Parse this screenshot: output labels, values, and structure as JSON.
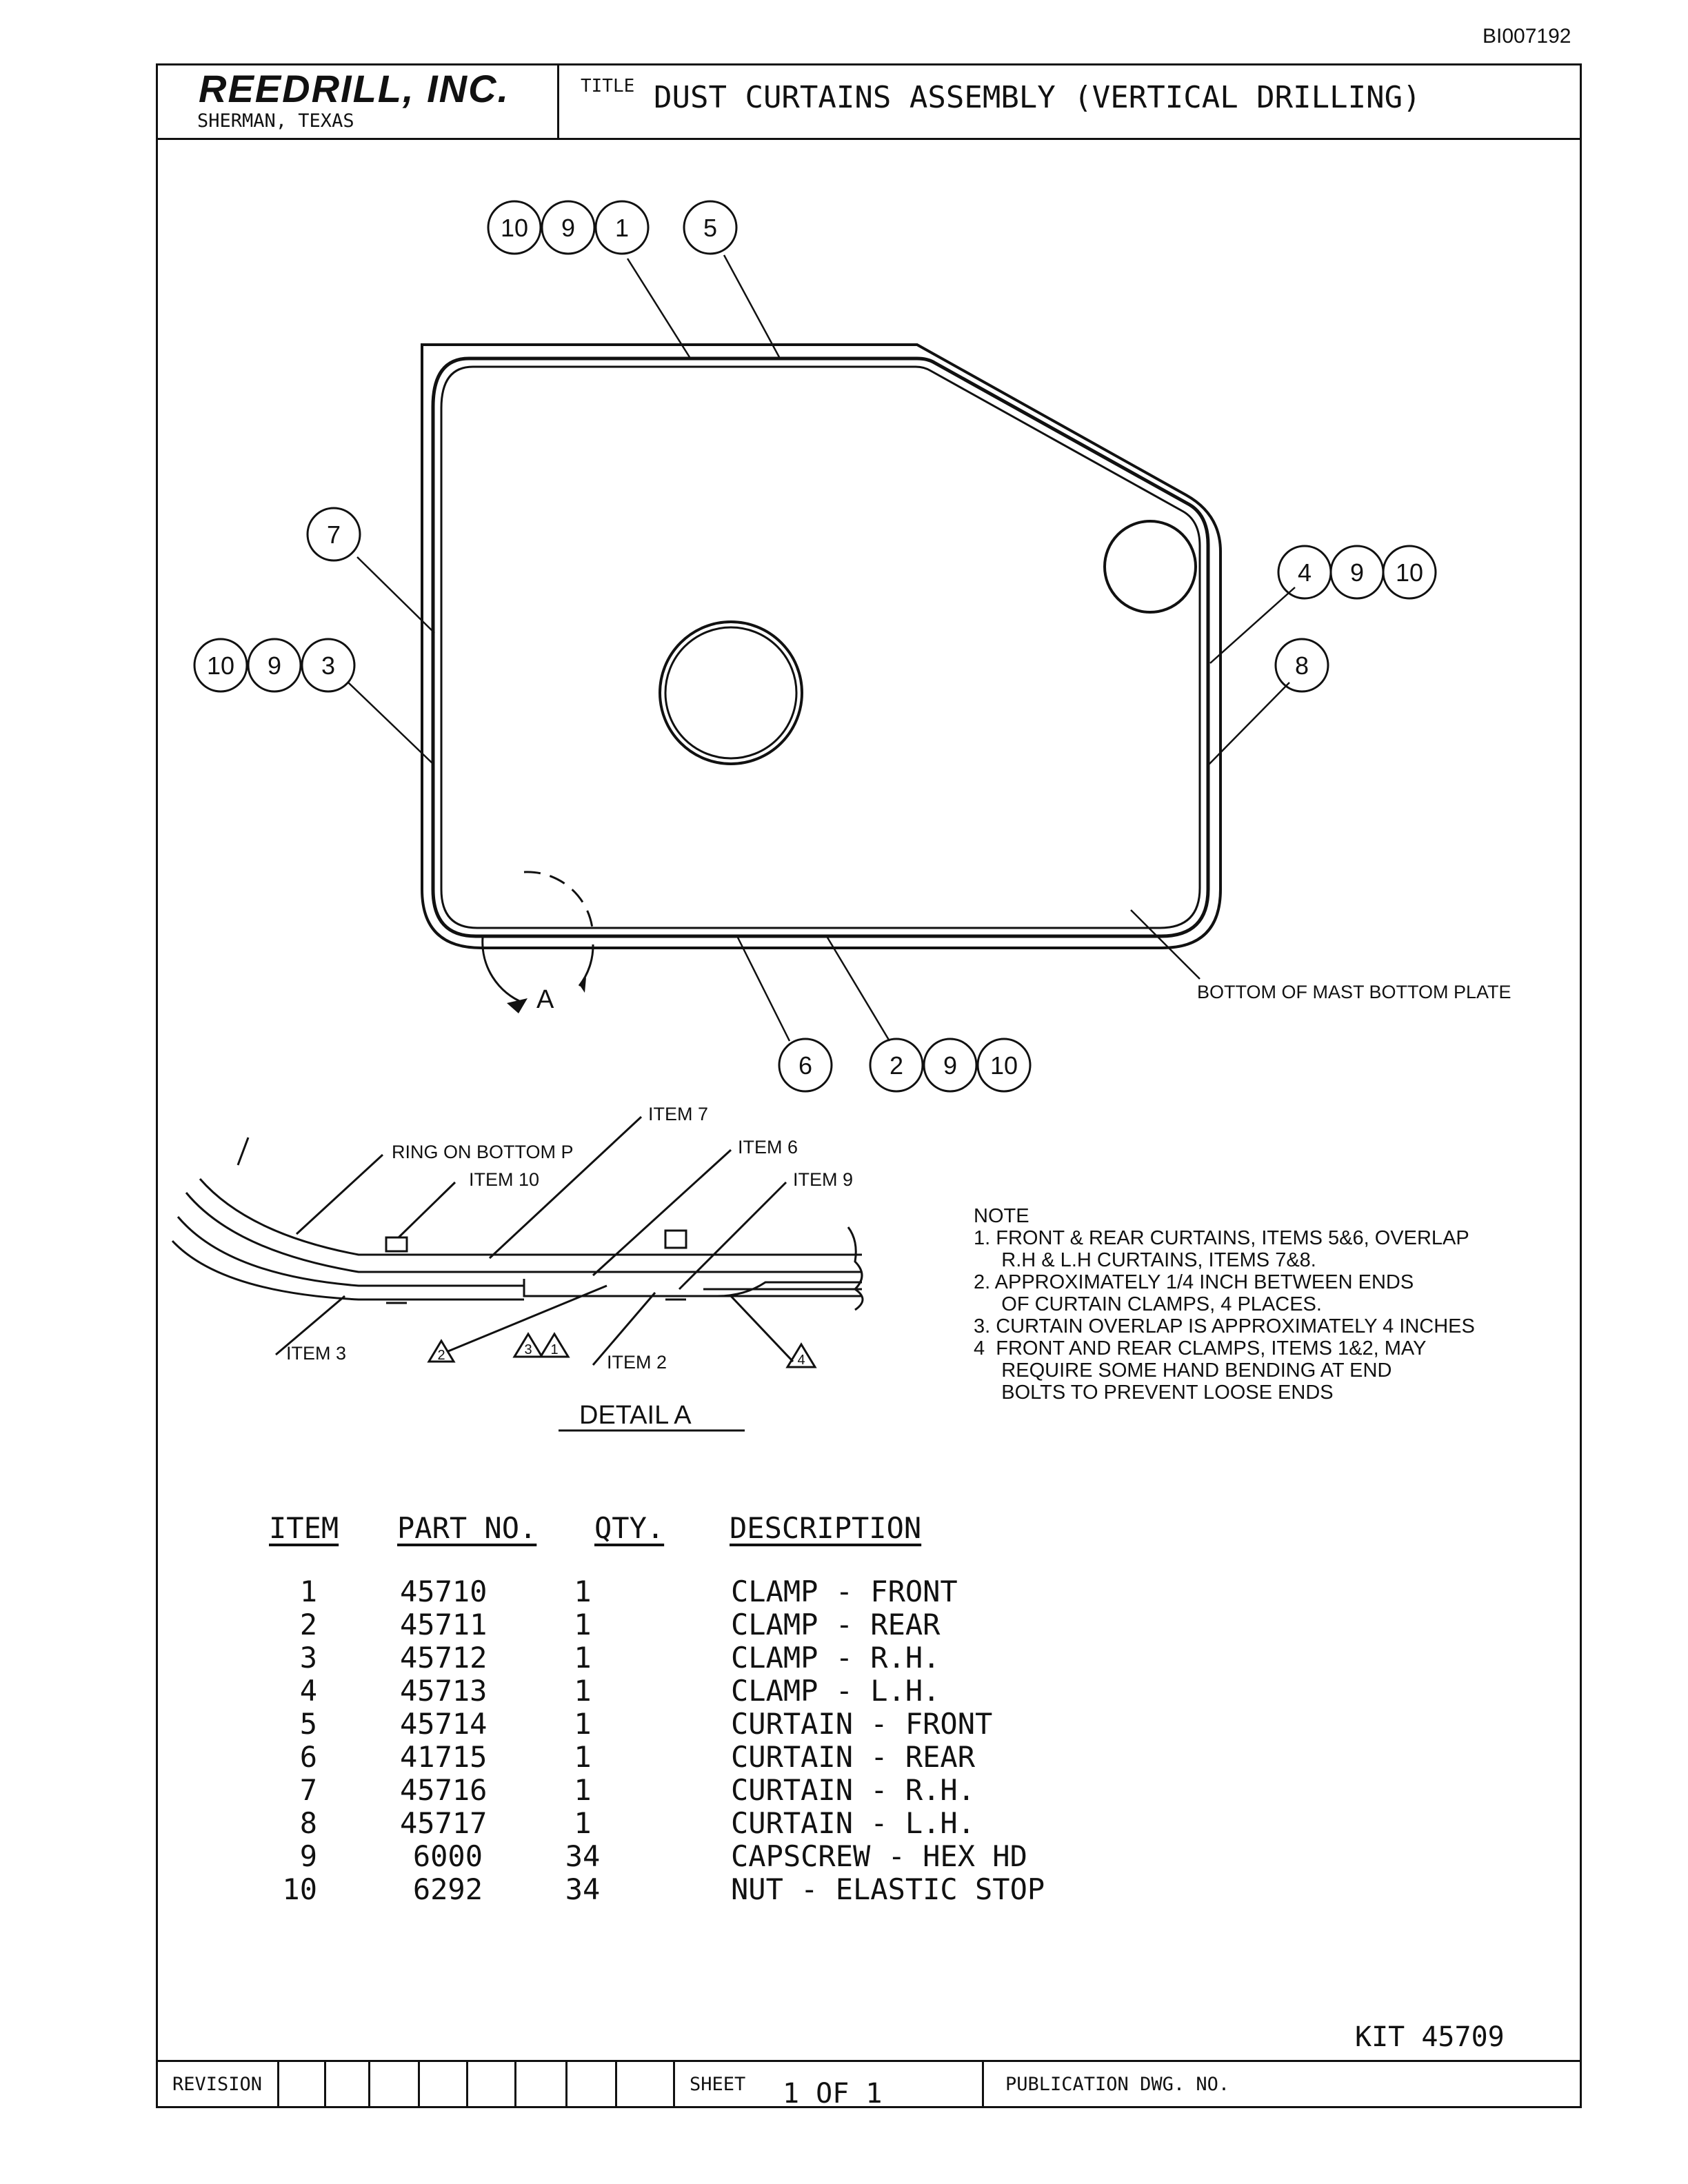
{
  "doc_id": "BI007192",
  "header": {
    "company": "REEDRILL, INC.",
    "location": "SHERMAN, TEXAS",
    "title_label": "TITLE",
    "title": "DUST CURTAINS ASSEMBLY (VERTICAL DRILLING)"
  },
  "diagram": {
    "balloons_top_left": [
      "10",
      "9",
      "1"
    ],
    "balloon_top_right": "5",
    "balloon_left_upper": "7",
    "balloons_left_lower": [
      "10",
      "9",
      "3"
    ],
    "balloons_right_upper": [
      "4",
      "9",
      "10"
    ],
    "balloon_right_lower": "8",
    "balloon_bottom_left": "6",
    "balloons_bottom_right": [
      "2",
      "9",
      "10"
    ],
    "detail_marker": "A",
    "bottom_plate_label": "BOTTOM OF MAST BOTTOM PLATE"
  },
  "detail": {
    "title": "DETAIL A",
    "labels": {
      "ring": "RING ON BOTTOM P",
      "item7": "ITEM 7",
      "item6": "ITEM 6",
      "item10": "ITEM 10",
      "item9": "ITEM 9",
      "item3": "ITEM 3",
      "item2": "ITEM 2"
    },
    "triangles": [
      "2",
      "3",
      "1",
      "4"
    ]
  },
  "notes": {
    "heading": "NOTE",
    "lines": [
      "1. FRONT & REAR CURTAINS, ITEMS 5&6, OVERLAP",
      "     R.H & L.H CURTAINS, ITEMS 7&8.",
      "2. APPROXIMATELY 1/4 INCH BETWEEN ENDS",
      "     OF CURTAIN CLAMPS, 4 PLACES.",
      "3. CURTAIN OVERLAP IS APPROXIMATELY 4 INCHES",
      "4  FRONT AND REAR CLAMPS, ITEMS 1&2, MAY",
      "     REQUIRE SOME HAND BENDING AT END",
      "     BOLTS TO PREVENT LOOSE ENDS"
    ]
  },
  "parts_table": {
    "headers": {
      "item": "ITEM",
      "part": "PART NO.",
      "qty": "QTY.",
      "desc": "DESCRIPTION"
    },
    "rows": [
      {
        "item": "1",
        "part": "45710",
        "qty": "1",
        "desc": "CLAMP - FRONT"
      },
      {
        "item": "2",
        "part": "45711",
        "qty": "1",
        "desc": "CLAMP - REAR"
      },
      {
        "item": "3",
        "part": "45712",
        "qty": "1",
        "desc": "CLAMP - R.H."
      },
      {
        "item": "4",
        "part": "45713",
        "qty": "1",
        "desc": "CLAMP - L.H."
      },
      {
        "item": "5",
        "part": "45714",
        "qty": "1",
        "desc": "CURTAIN - FRONT"
      },
      {
        "item": "6",
        "part": "41715",
        "qty": "1",
        "desc": "CURTAIN - REAR"
      },
      {
        "item": "7",
        "part": "45716",
        "qty": "1",
        "desc": "CURTAIN - R.H."
      },
      {
        "item": "8",
        "part": "45717",
        "qty": "1",
        "desc": "CURTAIN - L.H."
      },
      {
        "item": "9",
        "part": "6000",
        "qty": "34",
        "desc": "CAPSCREW - HEX HD"
      },
      {
        "item": "10",
        "part": "6292",
        "qty": "34",
        "desc": "NUT - ELASTIC STOP"
      }
    ]
  },
  "footer": {
    "kit": "KIT 45709",
    "revision_label": "REVISION",
    "sheet_label": "SHEET",
    "sheet_value": "1 OF 1",
    "publication_label": "PUBLICATION DWG. NO."
  }
}
